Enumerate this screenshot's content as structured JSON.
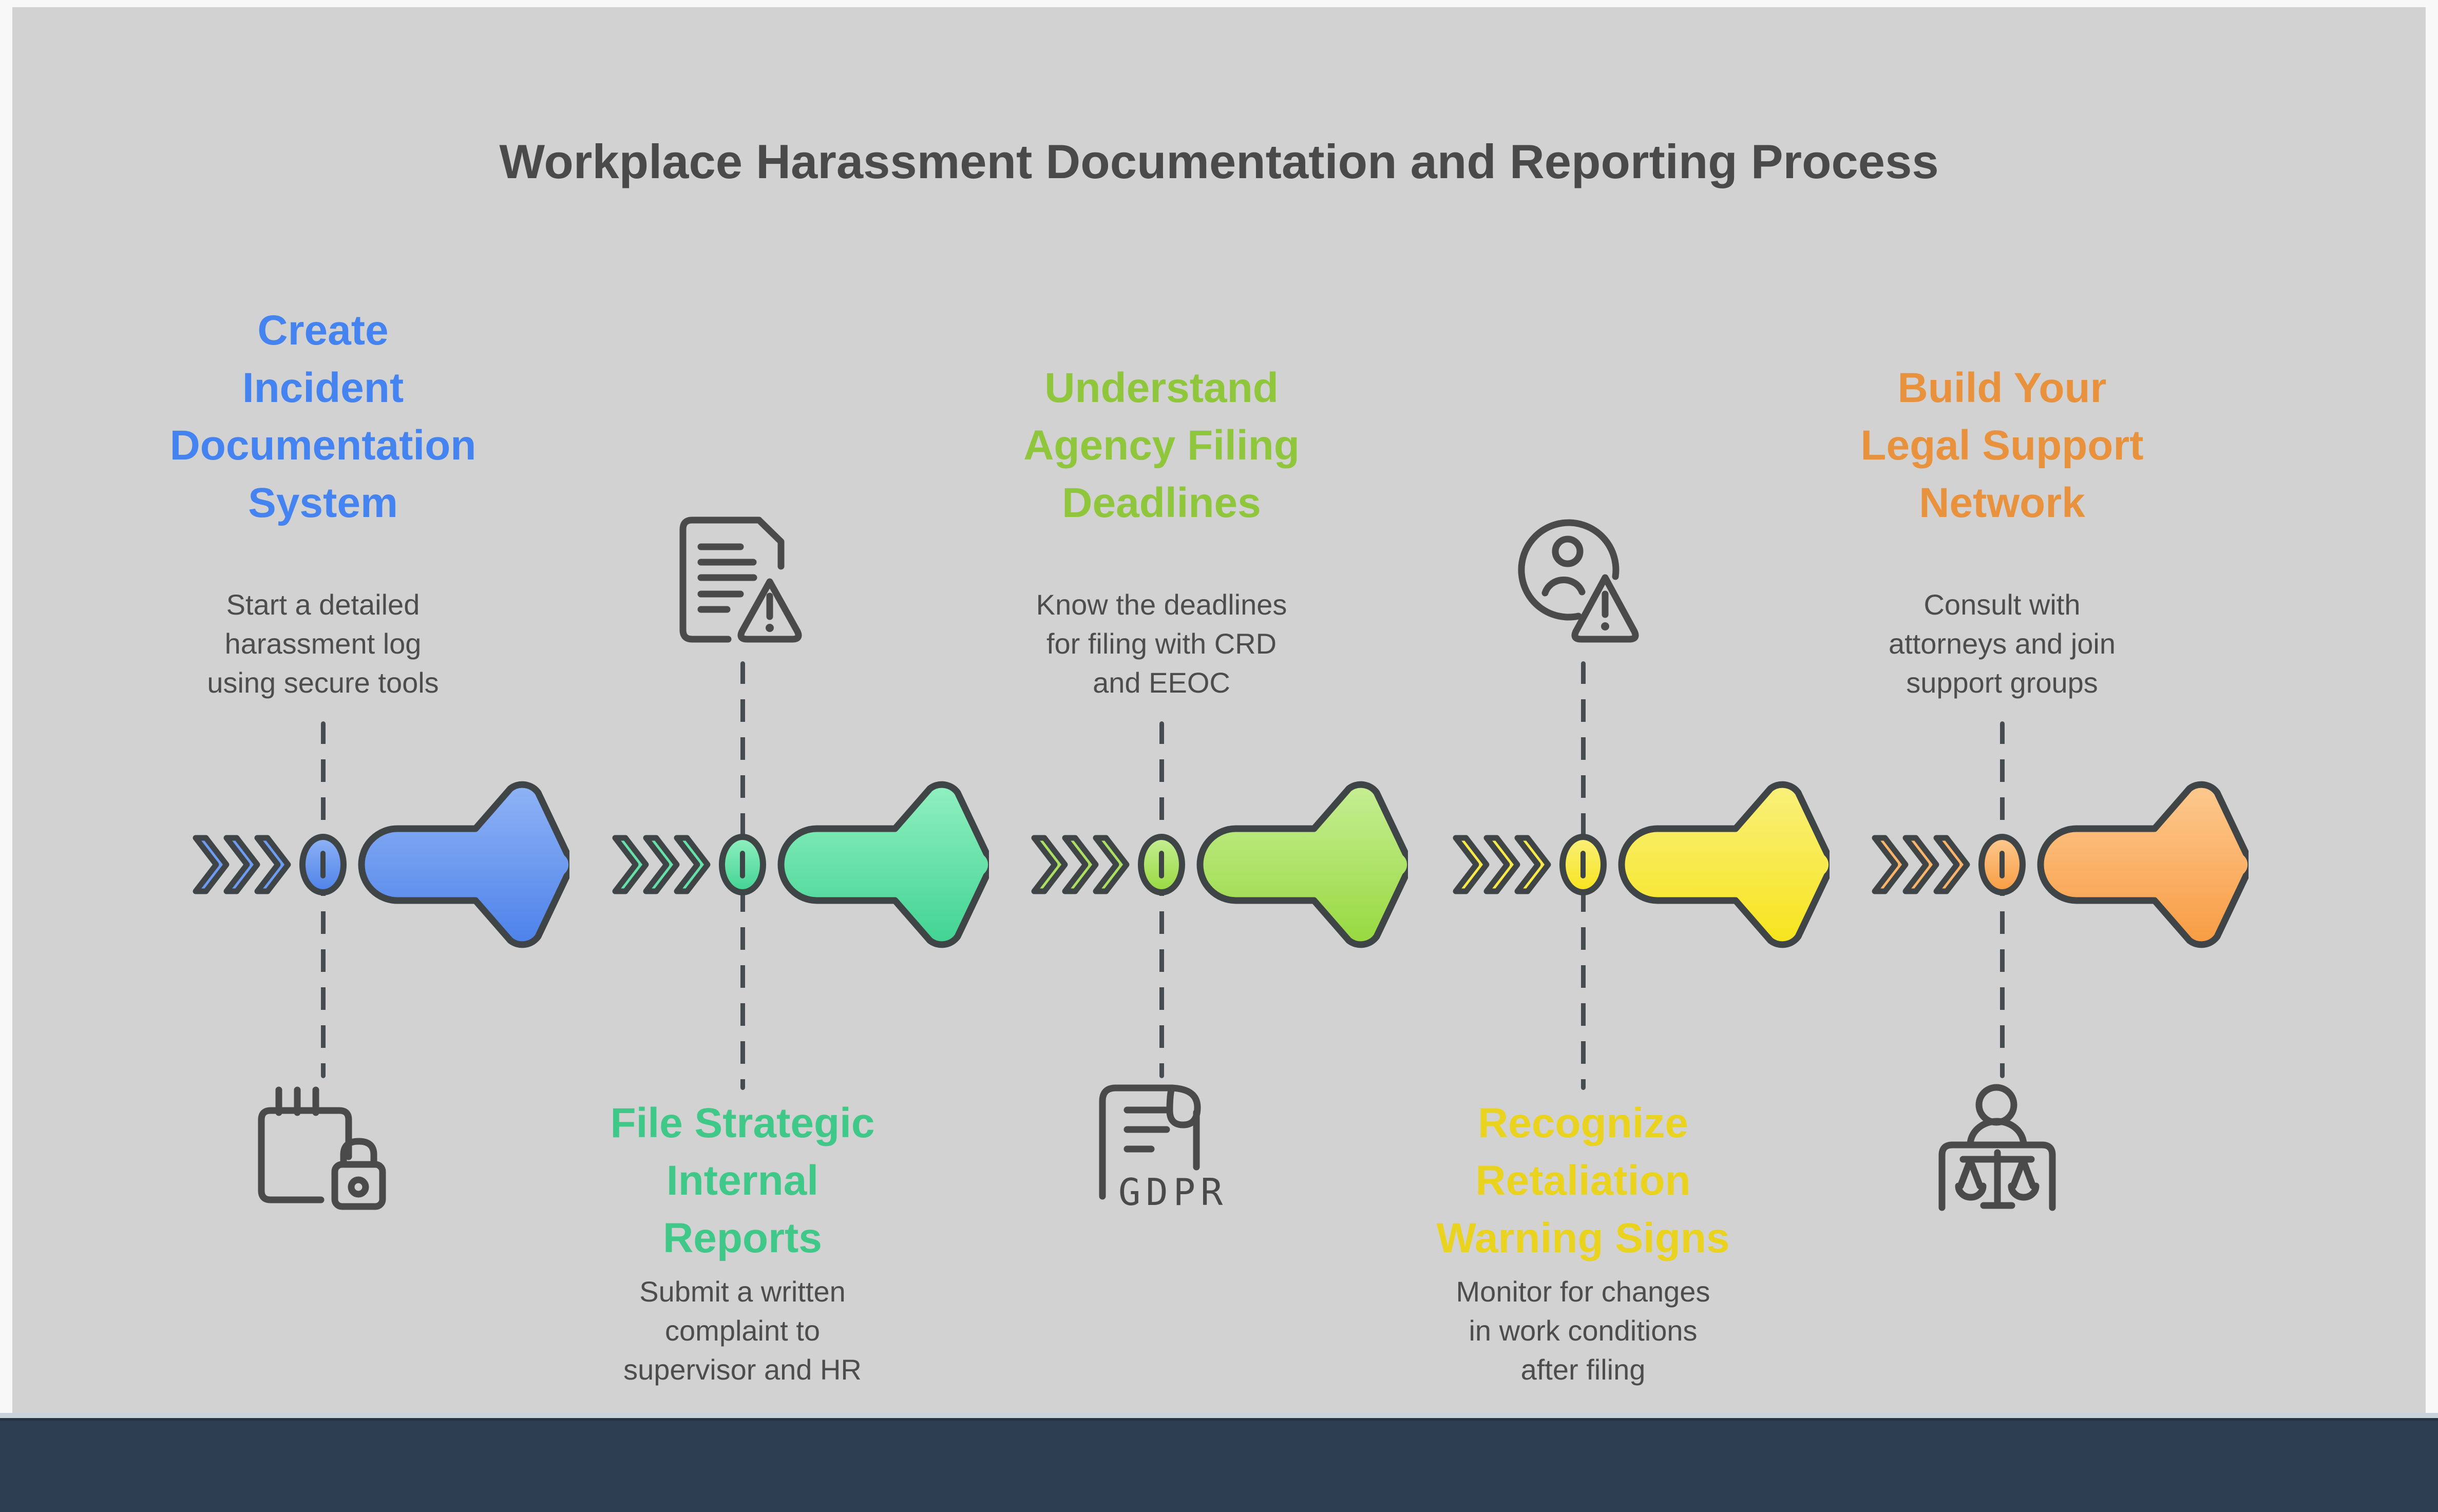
{
  "title": "Workplace Harassment Documentation and Reporting Process",
  "css_vars": {
    "frame": "#f8f8f8",
    "board": "#d2d2d2",
    "footer": "#2d3e50",
    "footer_border": "#273341",
    "footer_edge": "#c9d2db",
    "title": "#4a4a4a",
    "text": "#4d4d4d",
    "dash": "#474c50",
    "outline": "#3f4447",
    "icon_stroke": "#4a4a4a"
  },
  "steps": [
    {
      "name": "create-incident-documentation-system",
      "text_position": "top",
      "color": "#4584f0",
      "heading": [
        "Create",
        "Incident",
        "Documentation",
        "System"
      ],
      "desc": [
        "Start a detailed",
        "harassment log",
        "using secure tools"
      ],
      "icon": "notebook-lock-icon",
      "grad_light": "#8fb3f5",
      "grad_dark": "#4d82ea",
      "chevron": "#6d9cf2"
    },
    {
      "name": "file-strategic-internal-reports",
      "text_position": "bottom",
      "color": "#3fc888",
      "heading": [
        "File Strategic",
        "Internal",
        "Reports"
      ],
      "desc": [
        "Submit a written",
        "complaint to",
        "supervisor and HR"
      ],
      "icon": "document-warning-icon",
      "grad_light": "#90f0bf",
      "grad_dark": "#41d392",
      "chevron": "#65e2a8"
    },
    {
      "name": "understand-agency-filing-deadlines",
      "text_position": "top",
      "color": "#8fc63c",
      "heading": [
        "Understand",
        "Agency Filing",
        "Deadlines"
      ],
      "desc": [
        "Know the deadlines",
        "for filing with CRD",
        "and EEOC"
      ],
      "icon": "gdpr-scroll-icon",
      "icon_label": "GDPR",
      "grad_light": "#c6ee94",
      "grad_dark": "#97d93f",
      "chevron": "#abe063"
    },
    {
      "name": "recognize-retaliation-warning-signs",
      "text_position": "bottom",
      "color": "#e9d31f",
      "heading": [
        "Recognize",
        "Retaliation",
        "Warning Signs"
      ],
      "desc": [
        "Monitor for changes",
        "in work conditions",
        "after filing"
      ],
      "icon": "person-warning-icon",
      "grad_light": "#f9f07b",
      "grad_dark": "#f7e41c",
      "chevron": "#f8ea48"
    },
    {
      "name": "build-your-legal-support-network",
      "text_position": "top",
      "color": "#e9923e",
      "heading": [
        "Build Your",
        "Legal Support",
        "Network"
      ],
      "desc": [
        "Consult with",
        "attorneys and join",
        "support groups"
      ],
      "icon": "legal-scales-icon",
      "grad_light": "#fdc98f",
      "grad_dark": "#f89c43",
      "chevron": "#fbb469"
    }
  ]
}
